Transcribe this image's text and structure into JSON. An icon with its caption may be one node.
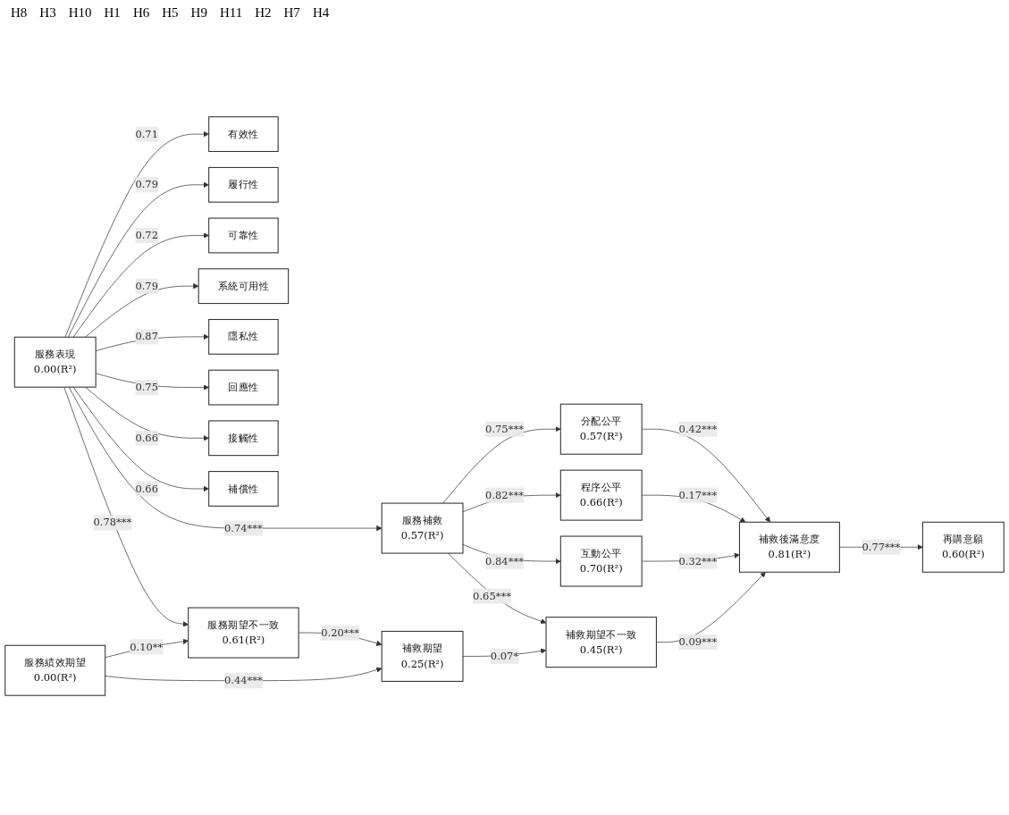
{
  "diagram": {
    "nodes": [
      {
        "text": [
          "服務表現",
          "0.00(R²)"
        ]
      },
      {
        "text": [
          "有效性"
        ]
      },
      {
        "text": [
          "履行性"
        ]
      },
      {
        "text": [
          "可靠性"
        ]
      },
      {
        "text": [
          "系統可用性"
        ]
      },
      {
        "text": [
          "隱私性"
        ]
      },
      {
        "text": [
          "回應性"
        ]
      },
      {
        "text": [
          "接觸性"
        ]
      },
      {
        "text": [
          "補償性"
        ]
      },
      {
        "text": [
          "服務補救",
          "0.57(R²)"
        ]
      },
      {
        "text": [
          "分配公平",
          "0.57(R²)"
        ]
      },
      {
        "text": [
          "程序公平",
          "0.66(R²)"
        ]
      },
      {
        "text": [
          "互動公平",
          "0.70(R²)"
        ]
      },
      {
        "text": [
          "服務期望不一致",
          "0.61(R²)"
        ]
      },
      {
        "text": [
          "補救期望不一致",
          "0.45(R²)"
        ]
      },
      {
        "text": [
          "補救後滿意度",
          "0.81(R²)"
        ]
      },
      {
        "text": [
          "再購意願",
          "0.60(R²)"
        ]
      },
      {
        "text": [
          "服務績效期望",
          "0.00(R²)"
        ]
      },
      {
        "text": [
          "補救期望",
          "0.25(R²)"
        ]
      }
    ],
    "edges": [
      {
        "from": 0,
        "to": 1,
        "arrow": "to",
        "label": "0.71"
      },
      {
        "from": 0,
        "to": 2,
        "arrow": "to",
        "label": "0.79"
      },
      {
        "from": 0,
        "to": 3,
        "arrow": "to",
        "label": "0.72"
      },
      {
        "from": 0,
        "to": 4,
        "arrow": "to",
        "label": "0.79"
      },
      {
        "from": 0,
        "to": 5,
        "arrow": "to",
        "label": "0.87"
      },
      {
        "from": 0,
        "to": 6,
        "arrow": "to",
        "label": "0.75"
      },
      {
        "from": 0,
        "to": 7,
        "arrow": "to",
        "label": "0.66"
      },
      {
        "from": 0,
        "to": 8,
        "arrow": "to",
        "label": "0.66"
      },
      {
        "from": 0,
        "to": 9,
        "arrow": "to",
        "label": "0.74***"
      },
      {
        "from": 0,
        "to": 13,
        "arrow": "to",
        "label": "0.78***"
      },
      {
        "from": 9,
        "to": 10,
        "arrow": "to",
        "label": "0.75***"
      },
      {
        "from": 9,
        "to": 11,
        "arrow": "to",
        "label": "0.82***"
      },
      {
        "from": 9,
        "to": 12,
        "arrow": "to",
        "label": "0.84***"
      },
      {
        "from": 9,
        "to": 14,
        "arrow": "to",
        "label": "0.65***"
      },
      {
        "from": 10,
        "to": 15,
        "arrow": "to",
        "label": "0.42***"
      },
      {
        "from": 11,
        "to": 15,
        "arrow": "to",
        "label": "0.17***"
      },
      {
        "from": 12,
        "to": 15,
        "arrow": "to",
        "label": "0.32***"
      },
      {
        "from": 14,
        "to": 15,
        "arrow": "to",
        "label": "0.09***"
      },
      {
        "from": 15,
        "to": 16,
        "arrow": "to",
        "label": "0.77***"
      },
      {
        "from": 17,
        "to": 13,
        "arrow": "to",
        "label": "0.10**"
      },
      {
        "from": 13,
        "to": 18,
        "arrow": "to",
        "label": "0.20***"
      },
      {
        "from": 17,
        "to": 18,
        "arrow": "to",
        "label": "0.44***"
      },
      {
        "from": 18,
        "to": 14,
        "arrow": "to",
        "label": "0.07*"
      }
    ],
    "labels": [
      "H8",
      "H3",
      "H10",
      "H1",
      "H6",
      "H5",
      "H9",
      "H11",
      "H2",
      "H7",
      "H4"
    ]
  }
}
